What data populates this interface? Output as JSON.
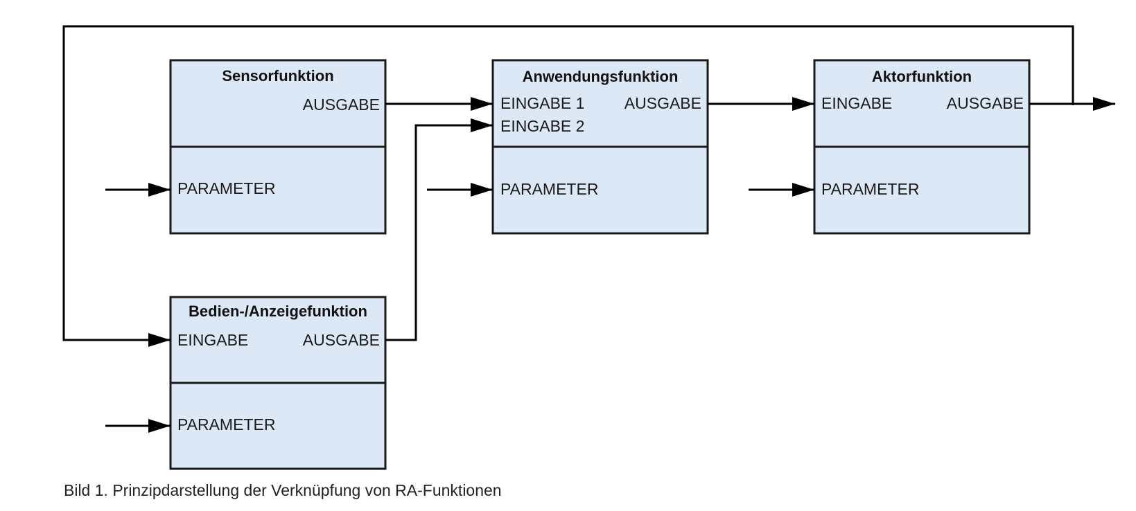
{
  "blocks": {
    "sensor": {
      "title": "Sensorfunktion",
      "output": "AUSGABE",
      "parameter": "PARAMETER"
    },
    "application": {
      "title": "Anwendungsfunktion",
      "input1": "EINGABE 1",
      "input2": "EINGABE 2",
      "output": "AUSGABE",
      "parameter": "PARAMETER"
    },
    "actuator": {
      "title": "Aktorfunktion",
      "input": "EINGABE",
      "output": "AUSGABE",
      "parameter": "PARAMETER"
    },
    "operator": {
      "title": "Bedien-/Anzeigefunktion",
      "input": "EINGABE",
      "output": "AUSGABE",
      "parameter": "PARAMETER"
    }
  },
  "caption": "Bild 1. Prinzipdarstellung der Verknüpfung von RA-Funktionen",
  "colors": {
    "block_fill": "#dde8f6",
    "stroke": "#1a1a1a"
  }
}
